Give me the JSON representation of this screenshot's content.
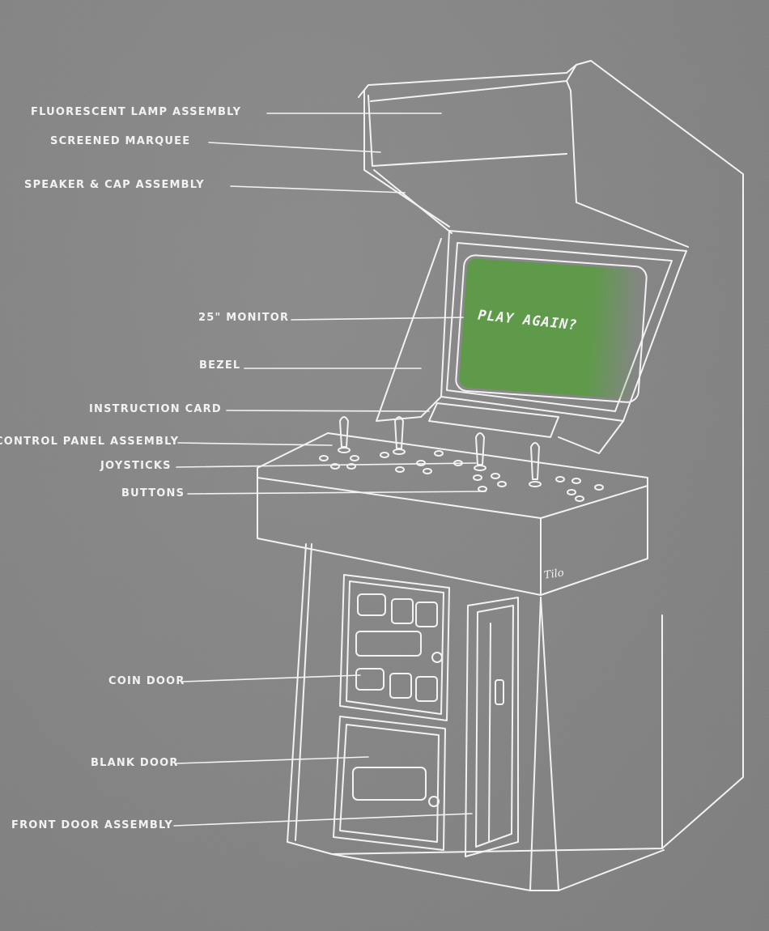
{
  "labels": [
    {
      "id": "fluorescent",
      "text": "FLUORESCENT LAMP ASSEMBLY"
    },
    {
      "id": "marquee",
      "text": "SCREENED MARQUEE"
    },
    {
      "id": "speaker",
      "text": "SPEAKER & CAP ASSEMBLY"
    },
    {
      "id": "monitor",
      "text": "25\" MONITOR"
    },
    {
      "id": "bezel",
      "text": "BEZEL"
    },
    {
      "id": "instruction",
      "text": "INSTRUCTION CARD"
    },
    {
      "id": "control",
      "text": "CONTROL PANEL ASSEMBLY"
    },
    {
      "id": "joysticks",
      "text": "JOYSTICKS"
    },
    {
      "id": "buttons",
      "text": "BUTTONS"
    },
    {
      "id": "coin",
      "text": "COIN DOOR"
    },
    {
      "id": "blank",
      "text": "BLANK DOOR"
    },
    {
      "id": "front",
      "text": "FRONT DOOR ASSEMBLY"
    }
  ],
  "screen": {
    "text": "PLAY AGAIN?"
  },
  "signature": {
    "text": "Tilo"
  },
  "colors": {
    "background": "#868686",
    "ink": "#f2f2f2",
    "screen": "#5e9a4a"
  }
}
